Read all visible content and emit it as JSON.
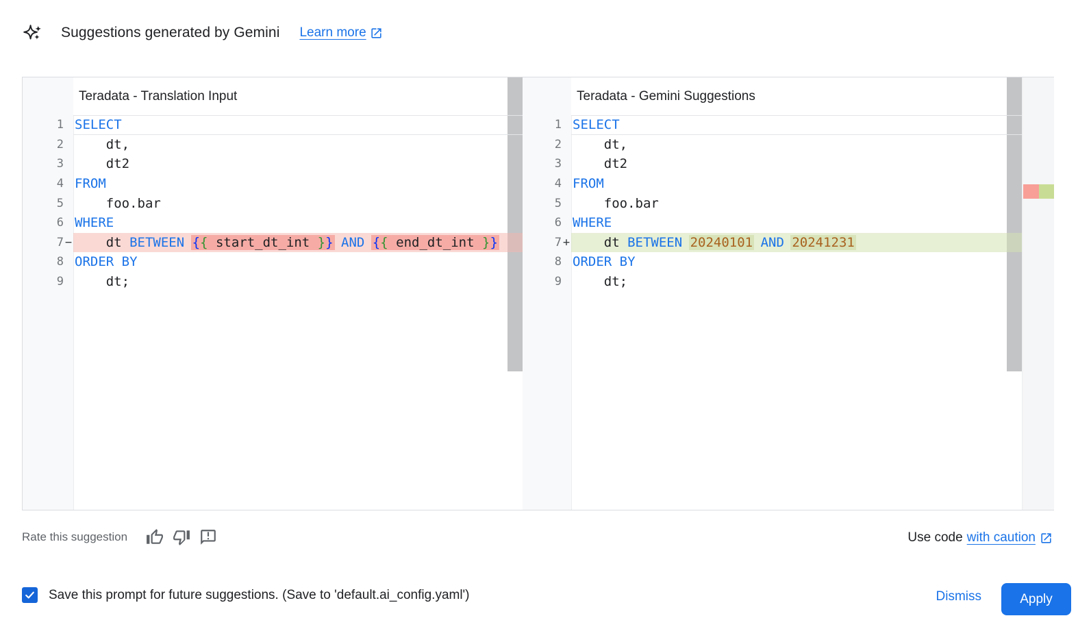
{
  "header": {
    "icon": "gemini-spark-icon",
    "title": "Suggestions generated by Gemini",
    "learn_more_label": "Learn more"
  },
  "editors": {
    "left": {
      "title": "Teradata - Translation Input",
      "lines": [
        {
          "n": "1",
          "cur": true,
          "t": [
            [
              "SELECT",
              "k"
            ]
          ]
        },
        {
          "n": "2",
          "t": [
            [
              "    dt,",
              "p"
            ]
          ]
        },
        {
          "n": "3",
          "t": [
            [
              "    dt2",
              "p"
            ]
          ]
        },
        {
          "n": "4",
          "t": [
            [
              "FROM",
              "k"
            ]
          ]
        },
        {
          "n": "5",
          "t": [
            [
              "    foo.bar",
              "p"
            ]
          ]
        },
        {
          "n": "6",
          "t": [
            [
              "WHERE",
              "k"
            ]
          ]
        },
        {
          "n": "7",
          "sign": "−",
          "diff": "removed",
          "t": [
            [
              "    dt ",
              "p"
            ],
            [
              "BETWEEN",
              "k"
            ],
            [
              " ",
              "p"
            ],
            [
              "{",
              "b1",
              1
            ],
            [
              "{",
              "b2",
              1
            ],
            [
              " start_dt_int ",
              "p",
              1
            ],
            [
              "}",
              "b2",
              1
            ],
            [
              "}",
              "b1",
              1
            ],
            [
              " ",
              "p"
            ],
            [
              "AND",
              "k"
            ],
            [
              " ",
              "p"
            ],
            [
              "{",
              "b1",
              1
            ],
            [
              "{",
              "b2",
              1
            ],
            [
              " end_dt_int ",
              "p",
              1
            ],
            [
              "}",
              "b2",
              1
            ],
            [
              "}",
              "b1",
              1
            ]
          ]
        },
        {
          "n": "8",
          "t": [
            [
              "ORDER BY",
              "k"
            ]
          ]
        },
        {
          "n": "9",
          "t": [
            [
              "    dt;",
              "p"
            ]
          ]
        }
      ]
    },
    "right": {
      "title": "Teradata - Gemini Suggestions",
      "lines": [
        {
          "n": "1",
          "cur": true,
          "t": [
            [
              "SELECT",
              "k"
            ]
          ]
        },
        {
          "n": "2",
          "t": [
            [
              "    dt,",
              "p"
            ]
          ]
        },
        {
          "n": "3",
          "t": [
            [
              "    dt2",
              "p"
            ]
          ]
        },
        {
          "n": "4",
          "t": [
            [
              "FROM",
              "k"
            ]
          ]
        },
        {
          "n": "5",
          "t": [
            [
              "    foo.bar",
              "p"
            ]
          ]
        },
        {
          "n": "6",
          "t": [
            [
              "WHERE",
              "k"
            ]
          ]
        },
        {
          "n": "7",
          "sign": "+",
          "diff": "added",
          "t": [
            [
              "    dt ",
              "p"
            ],
            [
              "BETWEEN",
              "k"
            ],
            [
              " ",
              "p"
            ],
            [
              "20240101",
              "n",
              1
            ],
            [
              " ",
              "p"
            ],
            [
              "AND",
              "k"
            ],
            [
              " ",
              "p"
            ],
            [
              "20241231",
              "n",
              1
            ]
          ]
        },
        {
          "n": "8",
          "t": [
            [
              "ORDER BY",
              "k"
            ]
          ]
        },
        {
          "n": "9",
          "t": [
            [
              "    dt;",
              "p"
            ]
          ]
        }
      ]
    }
  },
  "rate": {
    "label": "Rate this suggestion",
    "icons": [
      "thumb-up-icon",
      "thumb-down-icon",
      "feedback-icon"
    ]
  },
  "caution": {
    "prefix": "Use code",
    "link": "with caution",
    "external_icon": "open-in-new-icon"
  },
  "bottom": {
    "checkbox_checked": true,
    "save_label": "Save this prompt for future suggestions. (Save to 'default.ai_config.yaml')",
    "dismiss_label": "Dismiss",
    "apply_label": "Apply"
  },
  "colors": {
    "link": "#1a73e8",
    "keyword": "#1a73e8",
    "number_literal": "#a8621e",
    "bracket_outer": "#0431fa",
    "bracket_inner": "#319331",
    "removed_line_bg": "#fad8d4",
    "removed_word_bg": "#f6aca5",
    "added_line_bg": "#e9f0d9",
    "added_word_bg": "#d8e3b9",
    "ruler_removed": "#f89f98",
    "ruler_added": "#c9dc95",
    "primary_button_bg": "#1a73e8",
    "checkbox_bg": "#1565d8",
    "muted_text": "#5f6368",
    "scrollbar_thumb": "#c3c4c6"
  }
}
